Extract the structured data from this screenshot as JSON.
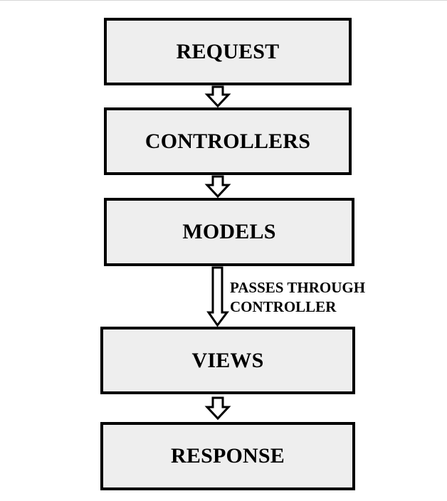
{
  "colors": {
    "box_fill": "#eeeeee",
    "box_border": "#000000",
    "arrow_fill": "#ffffff",
    "text": "#000000"
  },
  "flow": {
    "steps": [
      {
        "label": "REQUEST"
      },
      {
        "label": "CONTROLLERS"
      },
      {
        "label": "MODELS"
      },
      {
        "label": "VIEWS"
      },
      {
        "label": "RESPONSE"
      }
    ],
    "connectors": [
      {
        "from": "REQUEST",
        "to": "CONTROLLERS",
        "icon": "down-arrow-icon"
      },
      {
        "from": "CONTROLLERS",
        "to": "MODELS",
        "icon": "down-arrow-icon"
      },
      {
        "from": "MODELS",
        "to": "VIEWS",
        "icon": "long-down-arrow-icon",
        "label_lines": [
          "PASSES THROUGH",
          "CONTROLLER"
        ]
      },
      {
        "from": "VIEWS",
        "to": "RESPONSE",
        "icon": "down-arrow-icon"
      }
    ]
  }
}
